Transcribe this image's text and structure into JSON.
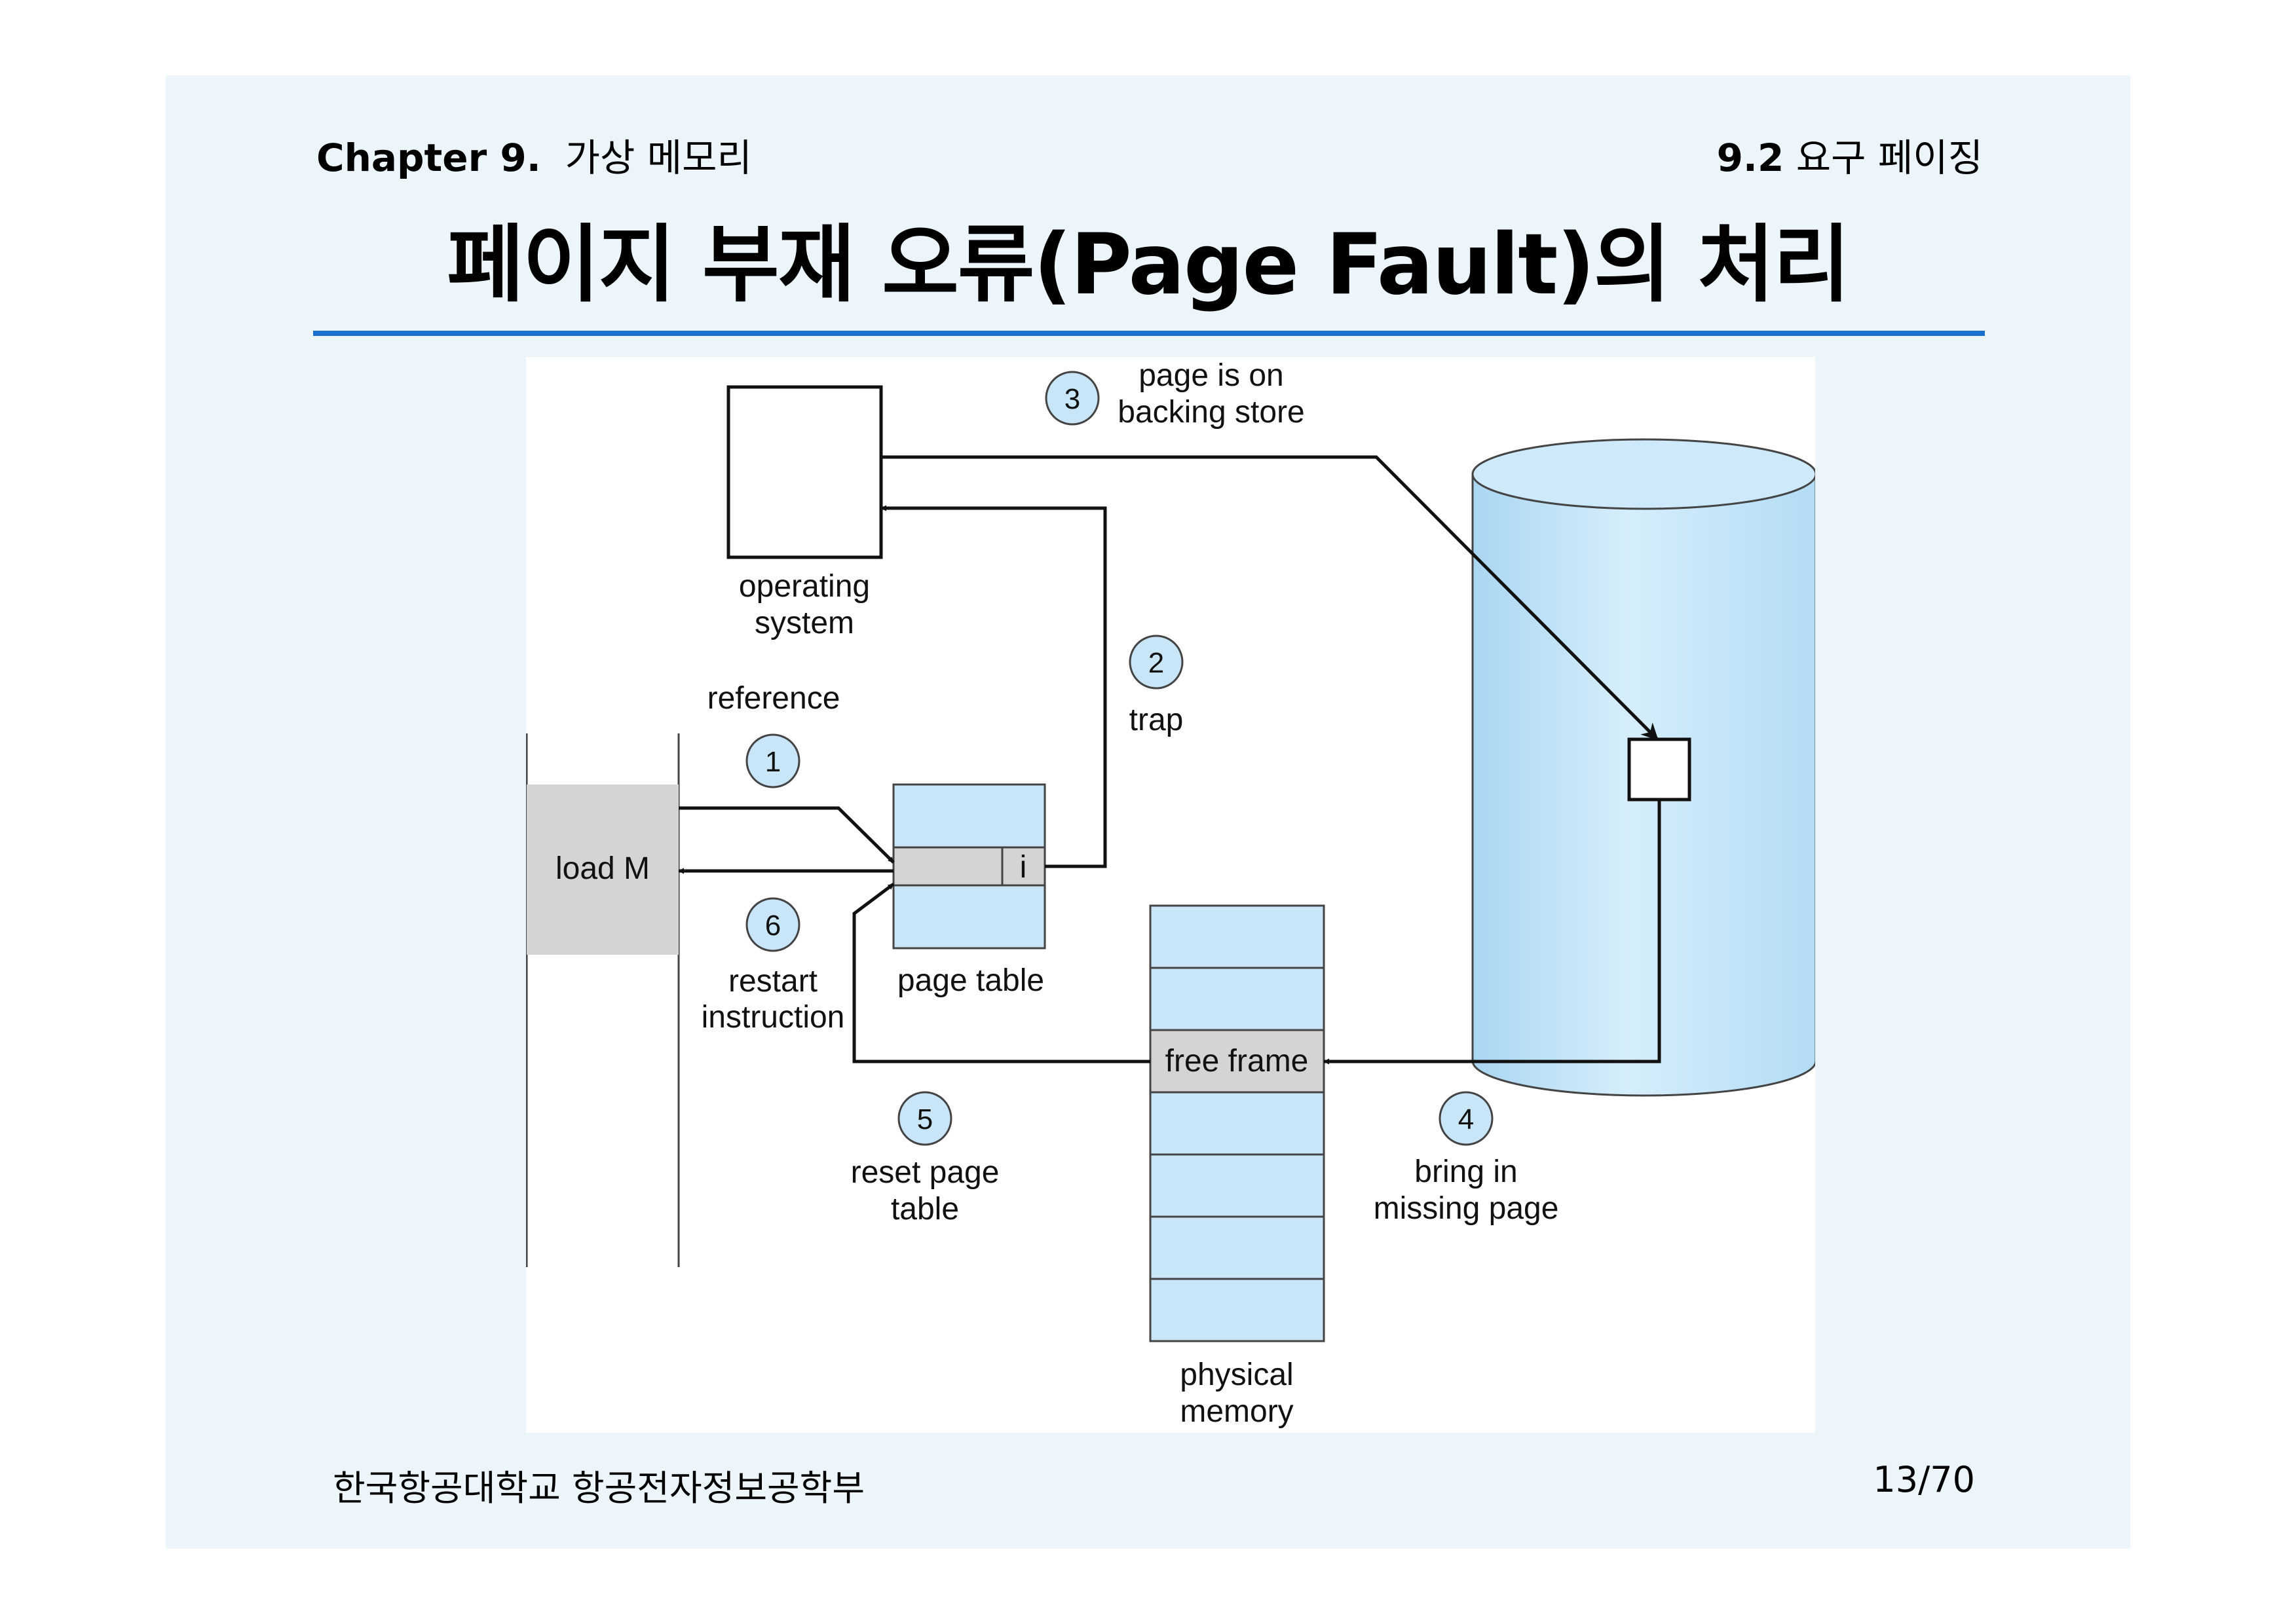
{
  "header": {
    "chapter_bold": "Chapter 9.",
    "chapter_rest": "가상 메모리",
    "section_bold": "9.2",
    "section_rest": "요구 페이징"
  },
  "title": "페이지 부재 오류(Page Fault)의 처리",
  "diagram": {
    "os_label": [
      "operating",
      "system"
    ],
    "reference_label": "reference",
    "instruction_label": "load M",
    "page_table_entry": "i",
    "page_table_label": "page table",
    "free_frame_label": "free frame",
    "physical_memory_label": [
      "physical",
      "memory"
    ],
    "steps": [
      {
        "num": "1",
        "label": []
      },
      {
        "num": "2",
        "label": [
          "trap"
        ]
      },
      {
        "num": "3",
        "label": [
          "page is on",
          "backing store"
        ]
      },
      {
        "num": "4",
        "label": [
          "bring in",
          "missing page"
        ]
      },
      {
        "num": "5",
        "label": [
          "reset page",
          "table"
        ]
      },
      {
        "num": "6",
        "label": [
          "restart",
          "instruction"
        ]
      }
    ],
    "colors": {
      "light_blue": "#c8e6f8",
      "gray": "#d4d4d4",
      "rule_blue": "#1a6fcf"
    }
  },
  "footer": {
    "school": "한국항공대학교 항공전자정보공학부",
    "page": "13/70"
  }
}
